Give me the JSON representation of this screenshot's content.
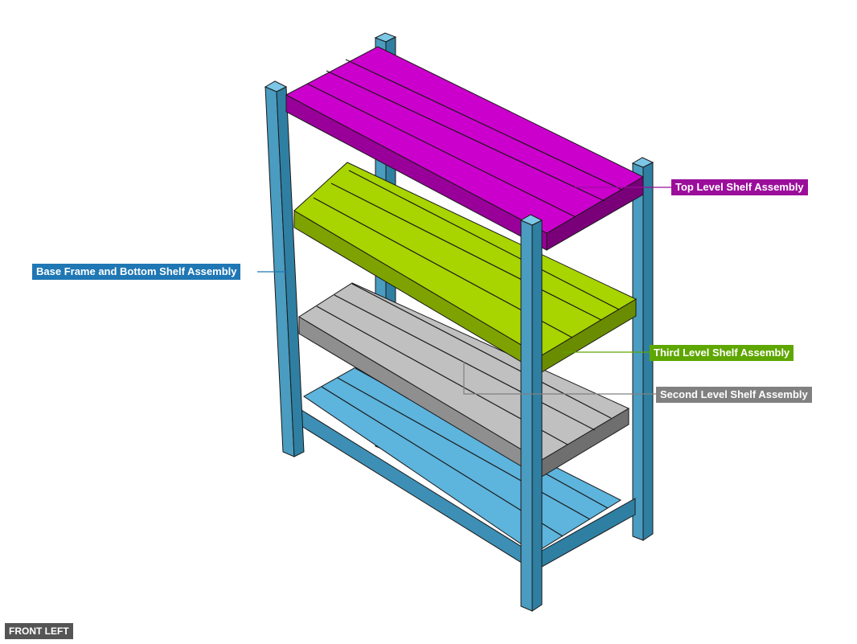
{
  "diagram": {
    "view_label": "FRONT LEFT",
    "callouts": [
      {
        "id": "top",
        "label": "Top Level Shelf Assembly",
        "color": "#9b0e9b"
      },
      {
        "id": "base",
        "label": "Base Frame and Bottom Shelf Assembly",
        "color": "#1f77b4"
      },
      {
        "id": "third",
        "label": "Third Level Shelf Assembly",
        "color": "#5ea600"
      },
      {
        "id": "second",
        "label": "Second Level Shelf Assembly",
        "color": "#808080"
      }
    ],
    "colors": {
      "frame": "#4a9cc0",
      "top_shelf": "#cc00cc",
      "third_shelf": "#a8d400",
      "second_shelf": "#c0c0c0",
      "bottom_shelf": "#5db4dd"
    }
  }
}
